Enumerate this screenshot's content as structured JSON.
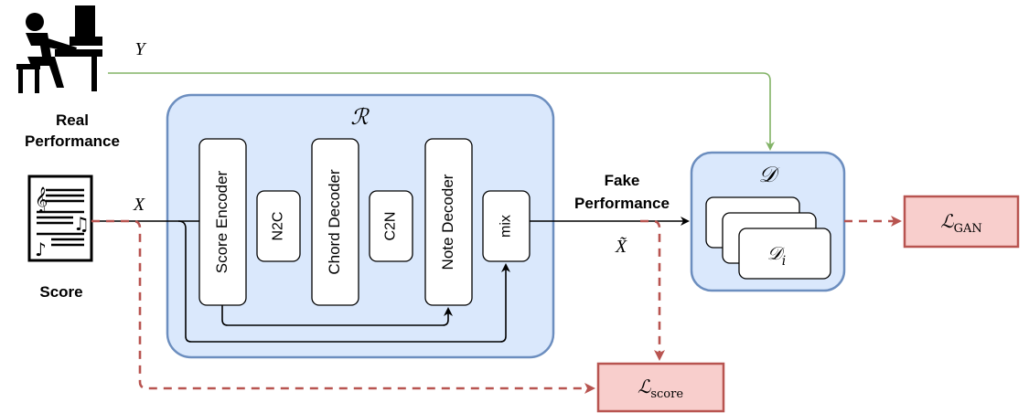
{
  "labels": {
    "real_performance_line1": "Real",
    "real_performance_line2": "Performance",
    "score": "Score",
    "fake_performance_line1": "Fake",
    "fake_performance_line2": "Performance"
  },
  "variables": {
    "y": "Y",
    "x": "X",
    "x_tilde": "X̃"
  },
  "generator": {
    "symbol": "ℛ",
    "modules": {
      "score_encoder": "Score Encoder",
      "n2c": "N2C",
      "chord_decoder": "Chord Decoder",
      "c2n": "C2N",
      "note_decoder": "Note Decoder",
      "mix": "mix"
    }
  },
  "discriminator": {
    "symbol": "𝒟",
    "sub_symbol": "𝒟",
    "sub_index": "i"
  },
  "losses": {
    "gan_symbol": "ℒ",
    "gan_sub": "GAN",
    "score_symbol": "ℒ",
    "score_sub": "score"
  },
  "colors": {
    "block_fill": "#dae8fc",
    "block_stroke": "#6c8ebf",
    "loss_fill": "#f8cecc",
    "loss_stroke": "#b85450",
    "real_arrow": "#82b366",
    "loss_arrow": "#b85450",
    "main_arrow": "#000000"
  },
  "icons": [
    "pianist-icon",
    "sheet-music-icon"
  ]
}
